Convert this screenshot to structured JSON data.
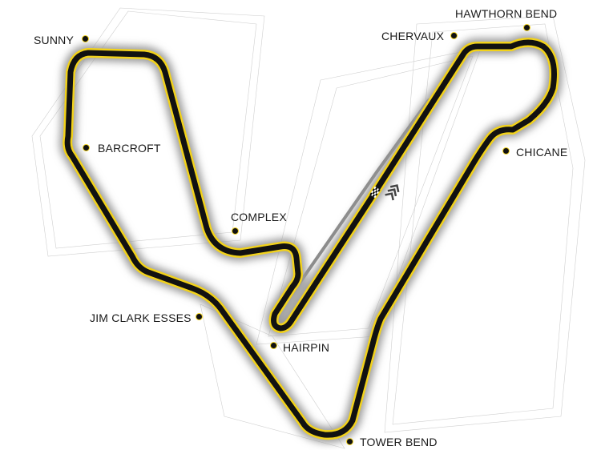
{
  "map": {
    "colors": {
      "track": "#111111",
      "kerb": "#f2d21b",
      "glow": "#bdbdbd",
      "pit_lane": "#8a8a8a"
    },
    "icons": [
      "start-finish-flag-icon",
      "direction-chevrons-icon"
    ],
    "corners": [
      {
        "name": "HAWTHORN BEND"
      },
      {
        "name": "CHERVAUX"
      },
      {
        "name": "SUNNY"
      },
      {
        "name": "BARCROFT"
      },
      {
        "name": "CHICANE"
      },
      {
        "name": "COMPLEX"
      },
      {
        "name": "JIM CLARK ESSES"
      },
      {
        "name": "HAIRPIN"
      },
      {
        "name": "TOWER BEND"
      }
    ]
  }
}
